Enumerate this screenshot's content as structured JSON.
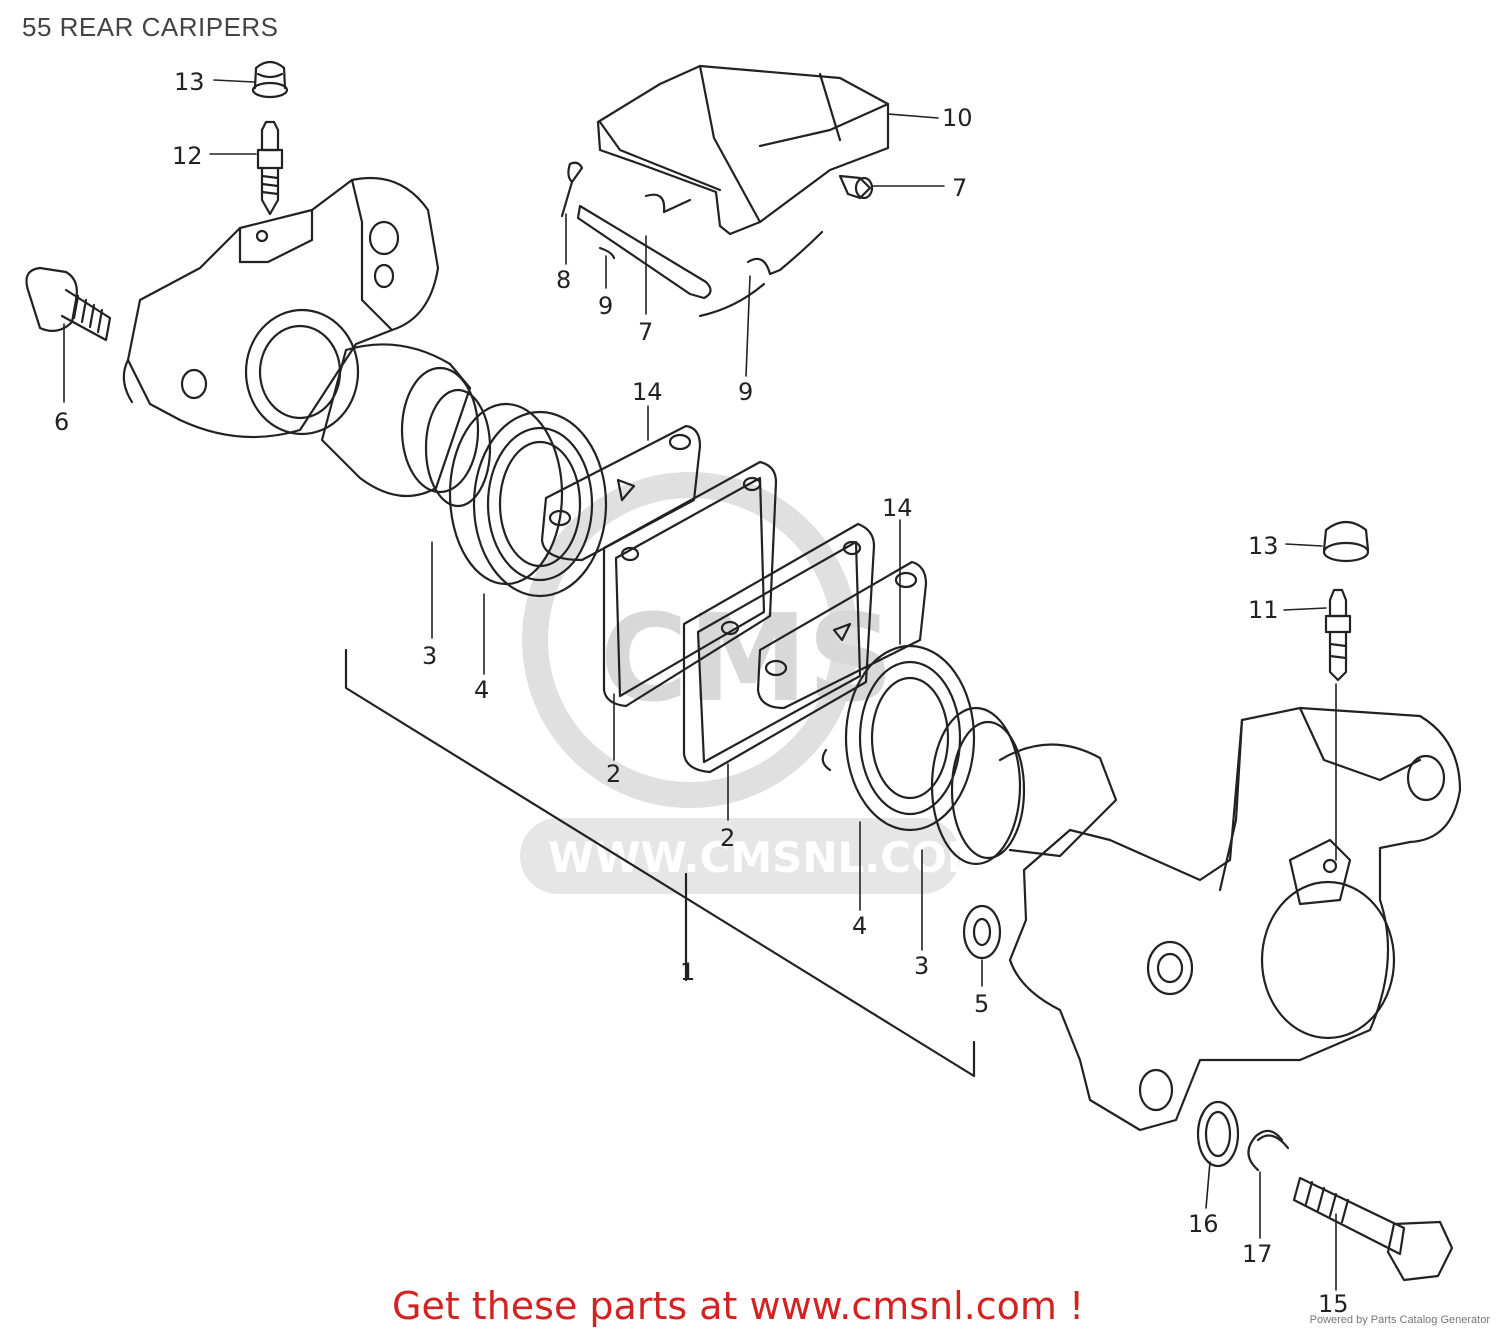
{
  "title": "55 REAR CARIPERS",
  "watermark": {
    "text": "WWW.CMSNL.COM",
    "logo_text": "CMS"
  },
  "callouts": {
    "c13a": "13",
    "c12": "12",
    "c6": "6",
    "c10": "10",
    "c7a": "7",
    "c8": "8",
    "c9a": "9",
    "c7b": "7",
    "c9b": "9",
    "c14a": "14",
    "c3a": "3",
    "c4a": "4",
    "c2a": "2",
    "c14b": "14",
    "c2b": "2",
    "c1": "1",
    "c4b": "4",
    "c3b": "3",
    "c5": "5",
    "c13b": "13",
    "c11": "11",
    "c16": "16",
    "c17": "17",
    "c15": "15"
  },
  "footer": {
    "promo": "Get these parts at www.cmsnl.com !",
    "credit": "Powered by Parts Catalog Generator"
  },
  "colors": {
    "promo": "#d22222",
    "line": "#222222",
    "watermark": "#d8d8d8"
  }
}
